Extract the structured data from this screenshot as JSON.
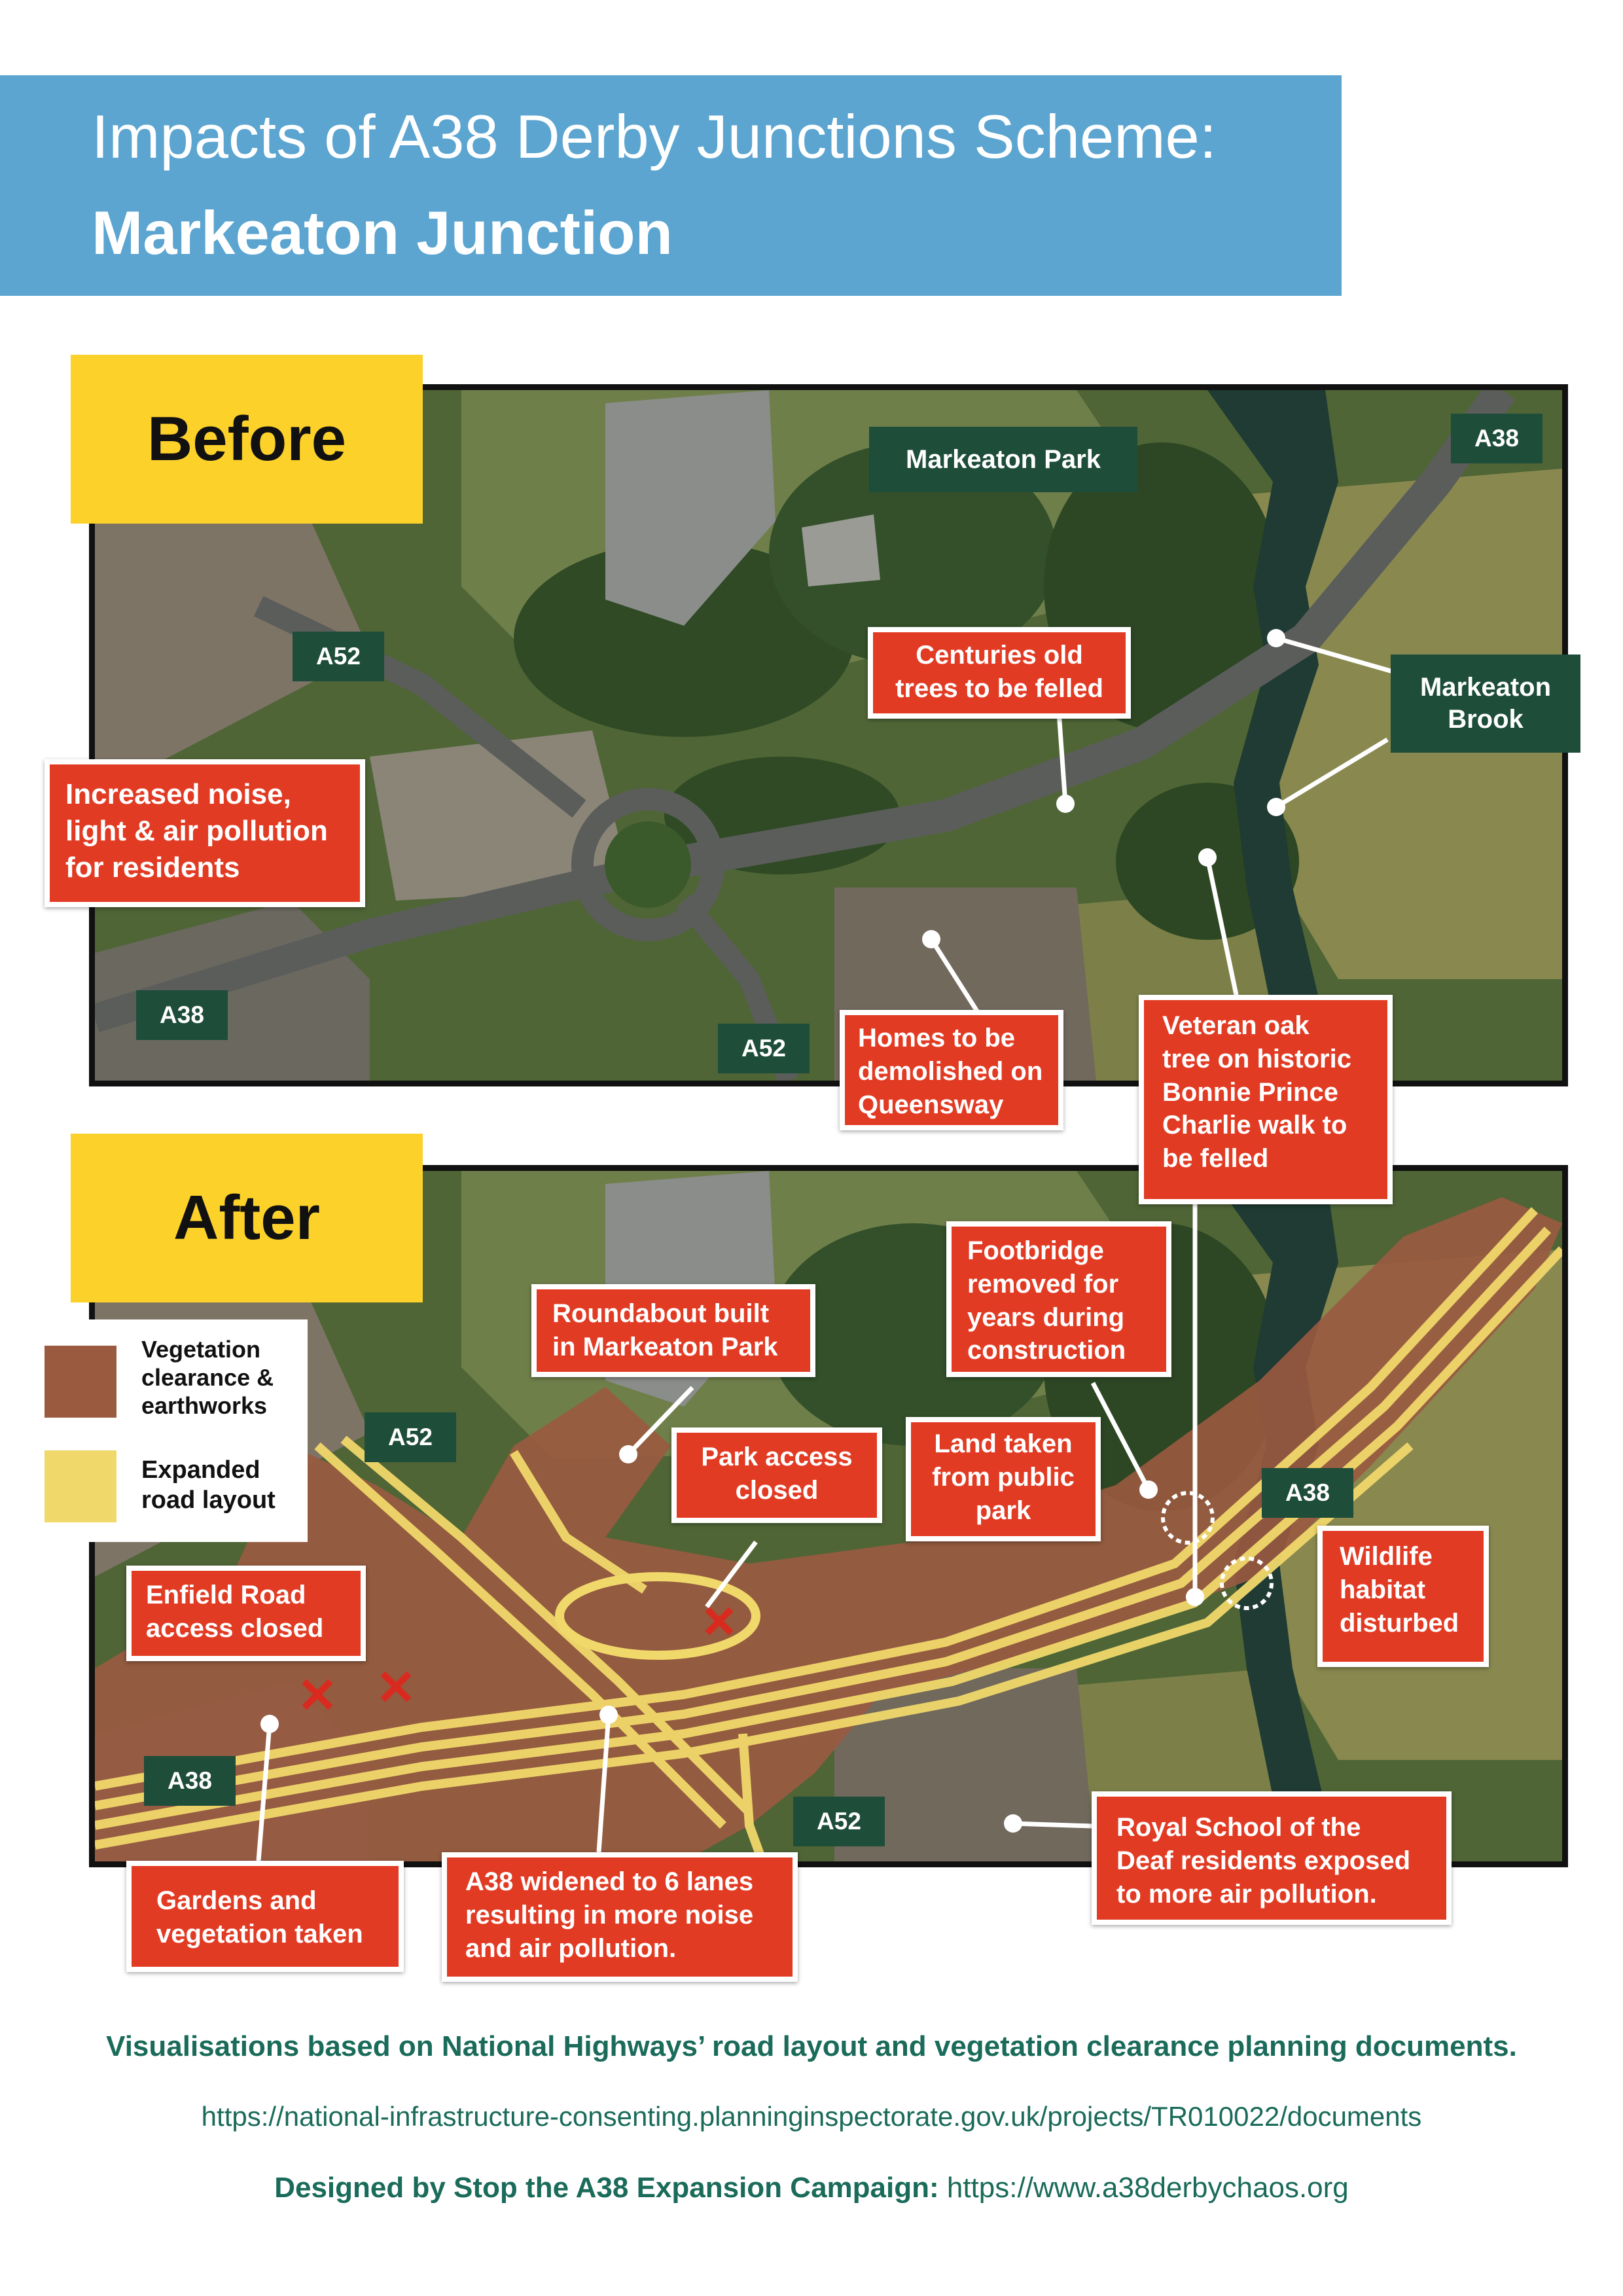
{
  "header": {
    "title_line1": "Impacts of A38 Derby Junctions Scheme:",
    "title_line2": "Markeaton Junction",
    "color": "#5ba5d0"
  },
  "before": {
    "tag": "Before",
    "road_labels": [
      "A38",
      "A52",
      "A38",
      "A52"
    ],
    "places": {
      "park": "Markeaton Park",
      "brook_line1": "Markeaton",
      "brook_line2": "Brook"
    },
    "callouts": {
      "trees": [
        "Centuries old",
        "trees to be felled"
      ],
      "noise": [
        "Increased noise,",
        "light & air pollution",
        "for residents"
      ],
      "homes": [
        "Homes to be",
        "demolished on",
        "Queensway"
      ],
      "oak": [
        "Veteran oak",
        "tree on historic",
        "Bonnie Prince",
        "Charlie walk to",
        "be felled"
      ]
    }
  },
  "after": {
    "tag": "After",
    "road_labels": [
      "A52",
      "A38",
      "A38",
      "A52"
    ],
    "legend": {
      "clearance": [
        "Vegetation",
        "clearance &",
        "earthworks"
      ],
      "road": [
        "Expanded",
        "road layout"
      ],
      "clearance_color": "#9a5a40",
      "road_color": "#f1d86b"
    },
    "callouts": {
      "roundabout": [
        "Roundabout built",
        "in Markeaton Park"
      ],
      "footbridge": [
        "Footbridge",
        "removed for",
        "years during",
        "construction"
      ],
      "park_access": [
        "Park access",
        "closed"
      ],
      "land": [
        "Land taken",
        "from public",
        "park"
      ],
      "wildlife": [
        "Wildlife",
        "habitat",
        "disturbed"
      ],
      "enfield": [
        "Enfield Road",
        "access closed"
      ],
      "gardens": [
        "Gardens and",
        "vegetation taken"
      ],
      "widened": [
        "A38 widened to 6 lanes",
        "resulting in more noise",
        "and air pollution."
      ],
      "deaf": [
        "Royal School of the",
        "Deaf residents exposed",
        "to more air pollution."
      ]
    }
  },
  "footer": {
    "note": "Visualisations based on National Highways’ road layout and vegetation clearance planning documents.",
    "url": "https://national-infrastructure-consenting.planninginspectorate.gov.uk/projects/TR010022/documents",
    "credit_bold": "Designed by Stop the A38 Expansion Campaign:",
    "credit_url": " https://www.a38derbychaos.org"
  },
  "colors": {
    "callout_red": "#e23b24",
    "label_green": "#1e4d3a",
    "tag_yellow": "#fcd12a",
    "footer_teal": "#1a6b5a"
  }
}
